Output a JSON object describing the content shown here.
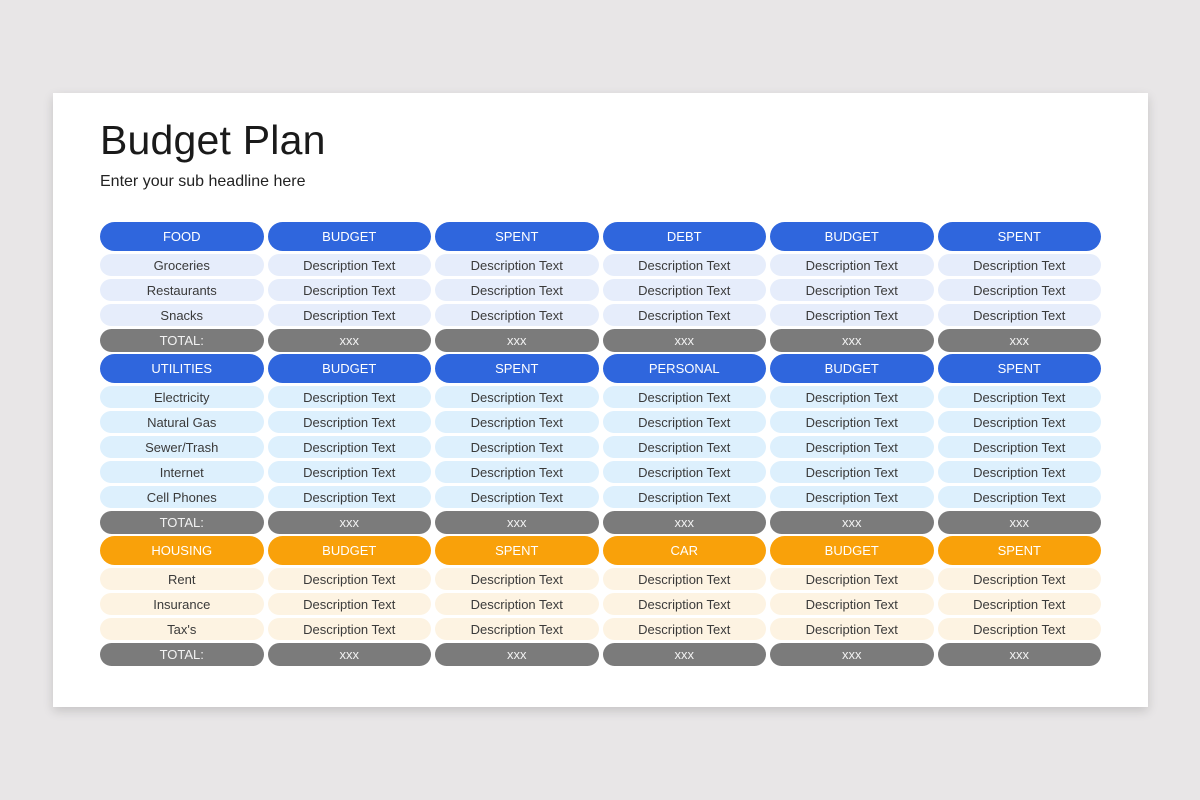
{
  "slide": {
    "title": "Budget Plan",
    "subtitle": "Enter your sub headline here"
  },
  "colors": {
    "blue_header": "#2f66dd",
    "orange_header": "#f9a10a",
    "food_body": "#e6edfb",
    "utilities_body": "#ddf0fd",
    "housing_body": "#fdf3e2",
    "total": "#7b7b7b"
  },
  "sections": [
    {
      "headers": [
        "FOOD",
        "BUDGET",
        "SPENT",
        "DEBT",
        "BUDGET",
        "SPENT"
      ],
      "rows": [
        [
          "Groceries",
          "Description Text",
          "Description Text",
          "Description Text",
          "Description Text",
          "Description Text"
        ],
        [
          "Restaurants",
          "Description Text",
          "Description Text",
          "Description Text",
          "Description Text",
          "Description Text"
        ],
        [
          "Snacks",
          "Description Text",
          "Description Text",
          "Description Text",
          "Description Text",
          "Description Text"
        ]
      ],
      "total": [
        "TOTAL:",
        "xxx",
        "xxx",
        "xxx",
        "xxx",
        "xxx"
      ]
    },
    {
      "headers": [
        "UTILITIES",
        "BUDGET",
        "SPENT",
        "PERSONAL",
        "BUDGET",
        "SPENT"
      ],
      "rows": [
        [
          "Electricity",
          "Description Text",
          "Description Text",
          "Description Text",
          "Description Text",
          "Description Text"
        ],
        [
          "Natural Gas",
          "Description Text",
          "Description Text",
          "Description Text",
          "Description Text",
          "Description Text"
        ],
        [
          "Sewer/Trash",
          "Description Text",
          "Description Text",
          "Description Text",
          "Description Text",
          "Description Text"
        ],
        [
          "Internet",
          "Description Text",
          "Description Text",
          "Description Text",
          "Description Text",
          "Description Text"
        ],
        [
          "Cell Phones",
          "Description Text",
          "Description Text",
          "Description Text",
          "Description Text",
          "Description Text"
        ]
      ],
      "total": [
        "TOTAL:",
        "xxx",
        "xxx",
        "xxx",
        "xxx",
        "xxx"
      ]
    },
    {
      "headers": [
        "HOUSING",
        "BUDGET",
        "SPENT",
        "CAR",
        "BUDGET",
        "SPENT"
      ],
      "rows": [
        [
          "Rent",
          "Description Text",
          "Description Text",
          "Description Text",
          "Description Text",
          "Description Text"
        ],
        [
          "Insurance",
          "Description Text",
          "Description Text",
          "Description Text",
          "Description Text",
          "Description Text"
        ],
        [
          "Tax's",
          "Description Text",
          "Description Text",
          "Description Text",
          "Description Text",
          "Description Text"
        ]
      ],
      "total": [
        "TOTAL:",
        "xxx",
        "xxx",
        "xxx",
        "xxx",
        "xxx"
      ]
    }
  ]
}
